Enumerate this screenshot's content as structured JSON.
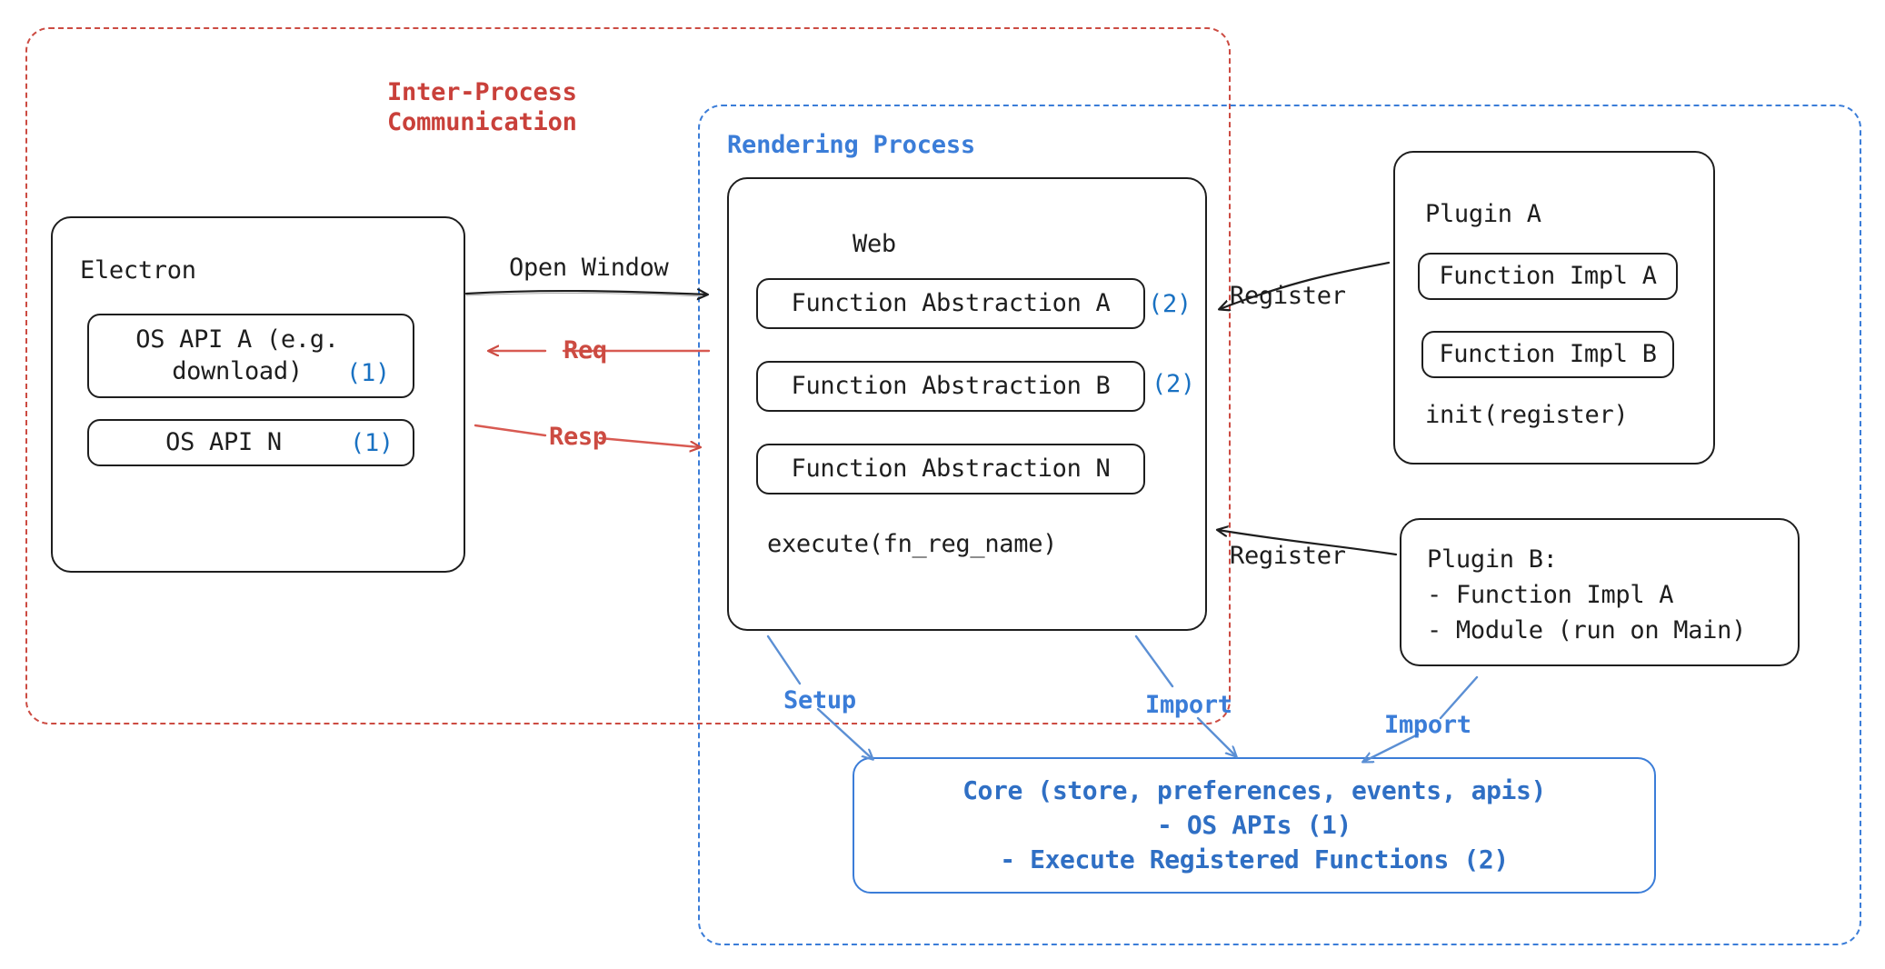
{
  "diagram": {
    "title": "Electron plugin architecture",
    "colors": {
      "ink": "#1e1e1e",
      "red": "#cc4b42",
      "blue": "#3b7dd8",
      "tag_blue": "#1971c2",
      "core_blue": "#2f6fc4",
      "background": "#ffffff"
    }
  },
  "groups": {
    "ipc": {
      "label": "Inter-Process\nCommunication",
      "style": "dashed",
      "color": "#cc4b42"
    },
    "rendering": {
      "label": "Rendering Process",
      "style": "dashed",
      "color": "#3b7dd8"
    }
  },
  "electron": {
    "title": "Electron",
    "apis": [
      {
        "label": "OS API A (e.g.\ndownload)",
        "tag": "(1)"
      },
      {
        "label": "OS API N",
        "tag": "(1)"
      }
    ]
  },
  "web": {
    "title": "Web",
    "abstractions": [
      {
        "label": "Function Abstraction A",
        "tag": "(2)"
      },
      {
        "label": "Function Abstraction B",
        "tag": "(2)"
      },
      {
        "label": "Function Abstraction N",
        "tag": ""
      }
    ],
    "footer": "execute(fn_reg_name)"
  },
  "plugin_a": {
    "title": "Plugin A",
    "functions": [
      {
        "label": "Function Impl A"
      },
      {
        "label": "Function Impl B"
      }
    ],
    "footer": "init(register)"
  },
  "plugin_b": {
    "lines": "Plugin B:\n- Function Impl A\n- Module (run on Main)"
  },
  "core": {
    "line1": "Core (store, preferences, events, apis)",
    "line2": "- OS APIs (1)",
    "line3": "- Execute Registered Functions (2)"
  },
  "edges": [
    {
      "label": "Open Window",
      "color": "black",
      "from": "electron",
      "to": "web"
    },
    {
      "label": "Req",
      "color": "red",
      "from": "web",
      "to": "electron"
    },
    {
      "label": "Resp",
      "color": "red",
      "from": "electron",
      "to": "web"
    },
    {
      "label": "Register",
      "color": "black",
      "from": "plugin-a",
      "to": "web"
    },
    {
      "label": "Register",
      "color": "black",
      "from": "plugin-b",
      "to": "web"
    },
    {
      "label": "Setup",
      "color": "blue",
      "from": "web",
      "to": "core"
    },
    {
      "label": "Import",
      "color": "blue",
      "from": "web",
      "to": "core"
    },
    {
      "label": "Import",
      "color": "blue",
      "from": "plugin-b",
      "to": "core"
    }
  ]
}
